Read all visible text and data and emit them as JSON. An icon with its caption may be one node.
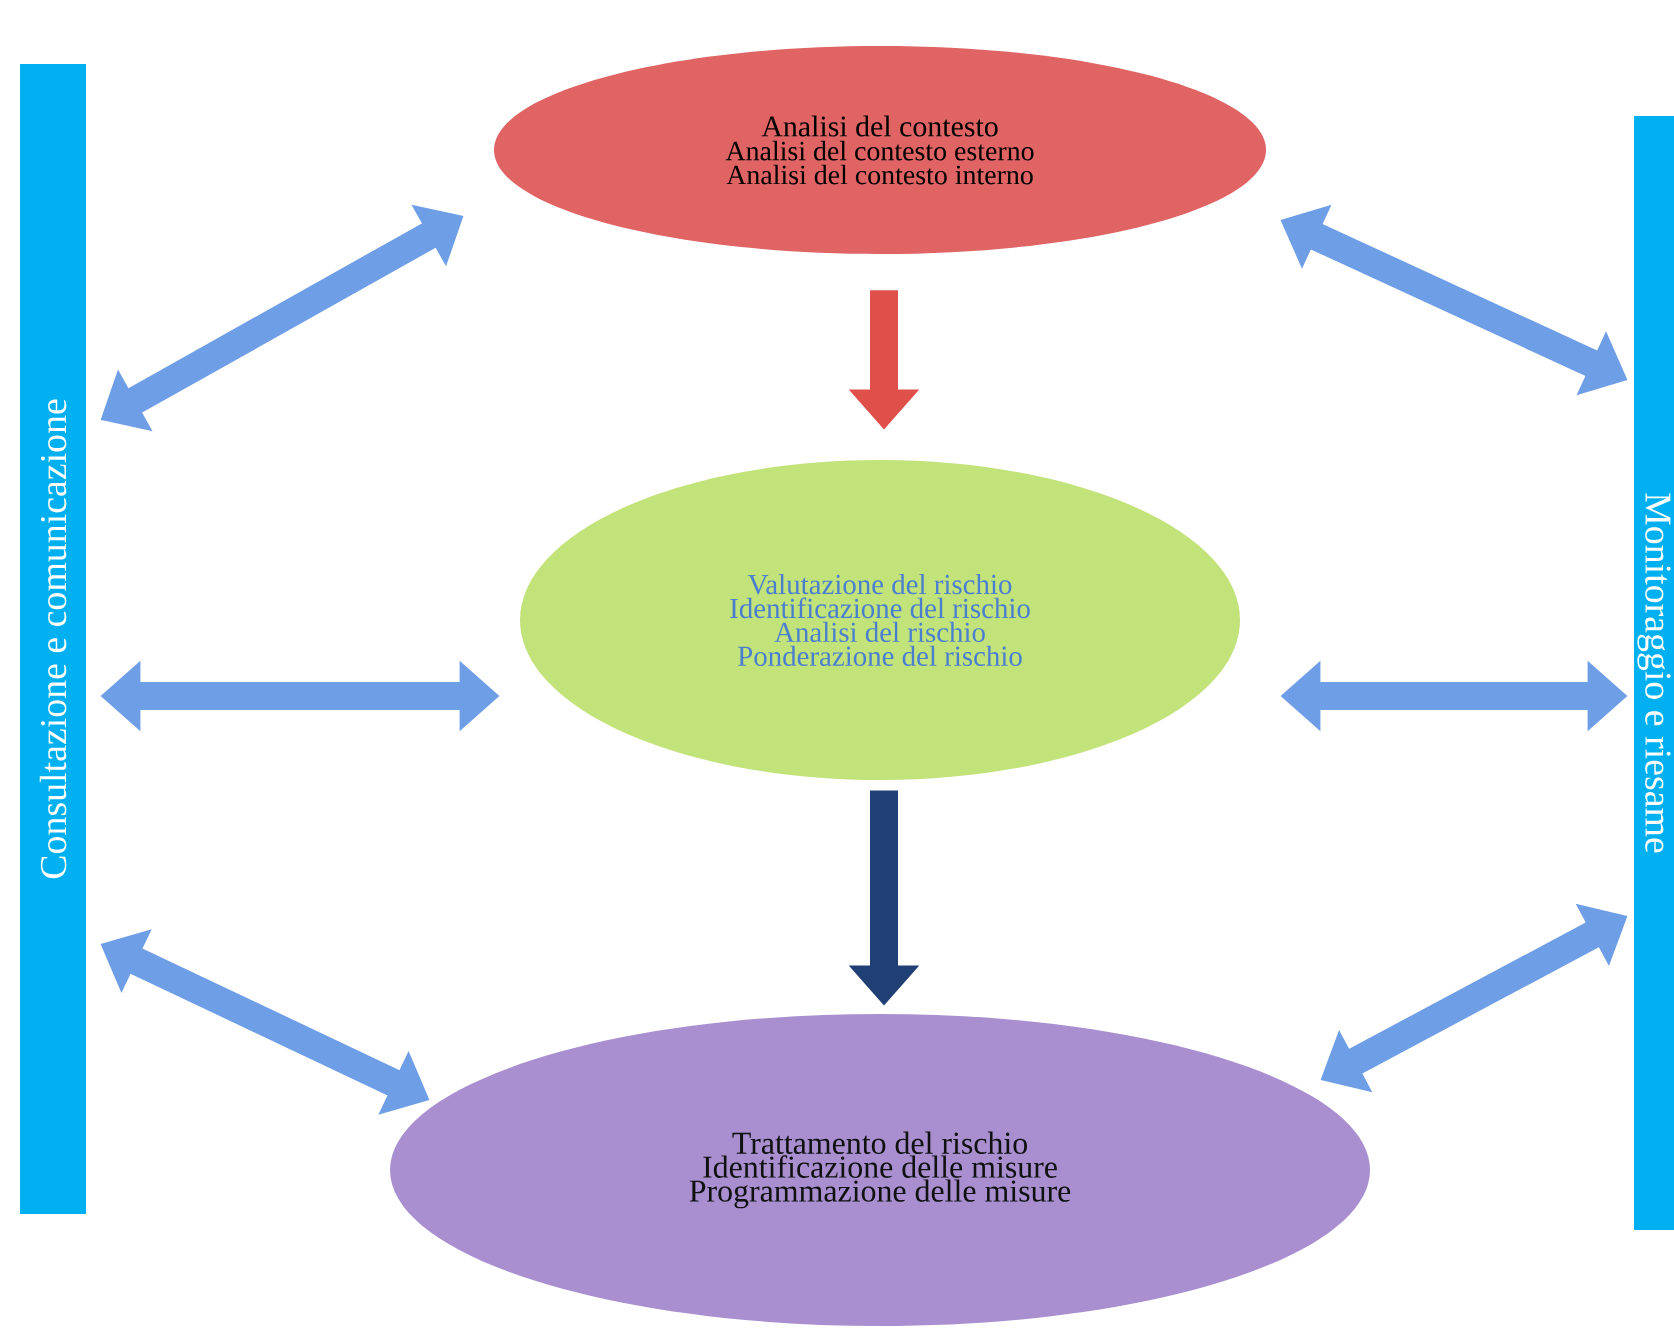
{
  "diagram": {
    "nodes": [
      {
        "text": [
          "Consultazione e comunicazione"
        ]
      },
      {
        "text": [
          "Analisi del contesto",
          "Analisi del contesto esterno",
          "Analisi del contesto interno"
        ]
      },
      {
        "text": [
          "Valutazione del rischio",
          "Identificazione del rischio",
          "Analisi del rischio",
          "Ponderazione del rischio"
        ]
      },
      {
        "text": [
          "Trattamento del rischio",
          "Identificazione delle misure",
          "Programmazione delle misure"
        ]
      },
      {
        "text": [
          "Monitoraggio e riesame"
        ]
      }
    ],
    "edges": [
      {
        "from": 1,
        "to": 2,
        "arrow": "to",
        "color": "#e0504a"
      },
      {
        "from": 2,
        "to": 3,
        "arrow": "to",
        "color": "#1f3f75"
      },
      {
        "from": 0,
        "to": 1,
        "arrow": "both"
      },
      {
        "from": 0,
        "to": 2,
        "arrow": "both"
      },
      {
        "from": 0,
        "to": 3,
        "arrow": "both"
      },
      {
        "from": 1,
        "to": 4,
        "arrow": "both"
      },
      {
        "from": 2,
        "to": 4,
        "arrow": "both"
      },
      {
        "from": 3,
        "to": 4,
        "arrow": "both"
      }
    ]
  }
}
